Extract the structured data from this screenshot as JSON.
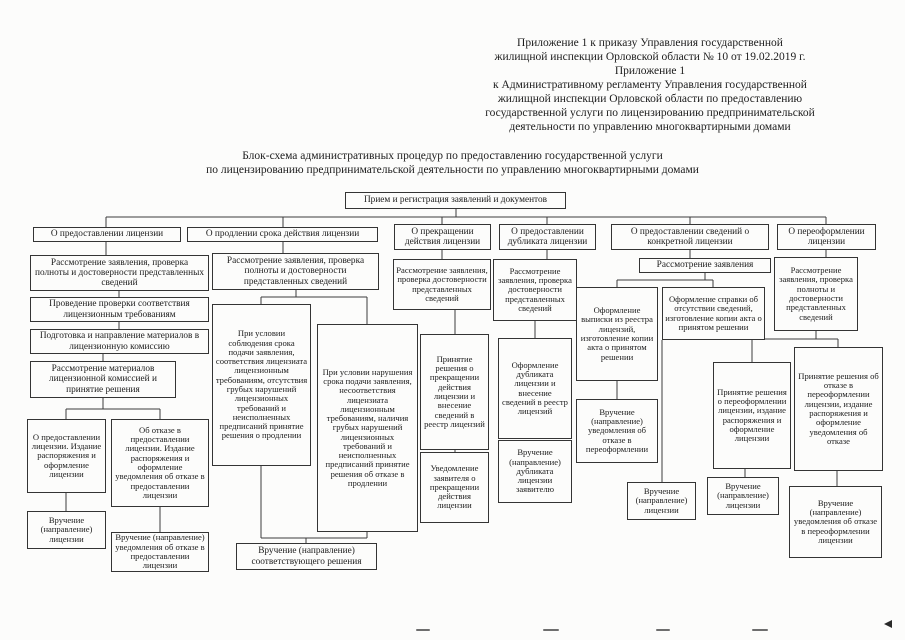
{
  "document": {
    "header_lines": [
      "Приложение 1 к приказу Управления государственной",
      "жилищной инспекции Орловской области № 10 от 19.02.2019 г.",
      "Приложение 1",
      "к Административному регламенту Управления государственной",
      "жилищной инспекции Орловской области по предоставлению",
      "государственной услуги по лицензированию предпринимательской",
      "деятельности по управлению многоквартирными домами"
    ],
    "title_lines": [
      "Блок-схема административных процедур по предоставлению государственной услуги",
      "по лицензированию предпринимательской деятельности по управлению многоквартирными домами"
    ]
  },
  "flow": {
    "root": "Прием и регистрация заявлений и документов",
    "branch": {
      "grant": "О предоставлении лицензии",
      "extend": "О продлении срока действия лицензии",
      "terminate": "О прекращении действия лицензии",
      "duplicate": "О предоставлении дубликата лицензии",
      "info": "О предоставлении сведений о конкретной лицензии",
      "reissue": "О переоформлении лицензии"
    },
    "grant": {
      "review": "Рассмотрение заявления, проверка полноты и достоверности представленных сведений",
      "check": "Проведение проверки соответствия лицензионным требованиям",
      "materials": "Подготовка и направление материалов в лицензионную комиссию",
      "commission": "Рассмотрение материалов лицензионной комиссией и принятие решения",
      "approve": "О предоставлении лицензии. Издание распоряжения и оформление лицензии",
      "refuse": "Об отказе в предоставлении лицензии. Издание распоряжения и оформление уведомления об отказе в предоставлении лицензии",
      "deliver_license": "Вручение (направление) лицензии",
      "deliver_refusal": "Вручение (направление) уведомления об отказе в предоставлении лицензии"
    },
    "extend": {
      "review": "Рассмотрение заявления, проверка полноты и достоверности представленных сведений",
      "approve": "При условии соблюдения срока подачи заявления, соответствия лицензиата лицензионным требованиям, отсутствия грубых нарушений лицензионных требований и неисполненных предписаний принятие решения о продлении",
      "refuse": "При условии нарушения срока подачи заявления, несоответствия лицензиата лицензионным требованиям, наличия грубых нарушений лицензионных требований и неисполненных предписаний принятие решения об отказе в продлении",
      "deliver": "Вручение (направление) соответствующего решения"
    },
    "terminate": {
      "review": "Рассмотрение заявления, проверка достоверности представленных сведений",
      "decision": "Принятие решения о прекращении действия лицензии и внесение сведений в реестр лицензий",
      "notify": "Уведомление заявителя о прекращении действия лицензии"
    },
    "duplicate": {
      "review": "Рассмотрение заявления, проверка достоверности представленных сведений",
      "issue": "Оформление дубликата лицензии и внесение сведений в реестр лицензий",
      "deliver": "Вручение (направление) дубликата лицензии заявителю"
    },
    "info": {
      "review": "Рассмотрение заявления",
      "extract": "Оформление выписки из реестра лицензий, изготовление копии акта о принятом решении",
      "certificate": "Оформление справки об отсутствии сведений, изготовление копии акта о принятом решении",
      "deliver_left": "Вручение (направление) уведомления об отказе в переоформлении",
      "deliver_right": "Вручение (направление) лицензии"
    },
    "reissue": {
      "review": "Рассмотрение заявления, проверка полноты и достоверности представленных сведений",
      "approve": "Принятие решения о переоформлении лицензии, издание распоряжения и оформление лицензии",
      "refuse": "Принятие решения об отказе в переоформлении лицензии, издание распоряжения и оформление уведомления об отказе",
      "deliver_license": "Вручение (направление) лицензии",
      "deliver_refusal": "Вручение (направление) уведомления об отказе в переоформлении лицензии"
    }
  }
}
